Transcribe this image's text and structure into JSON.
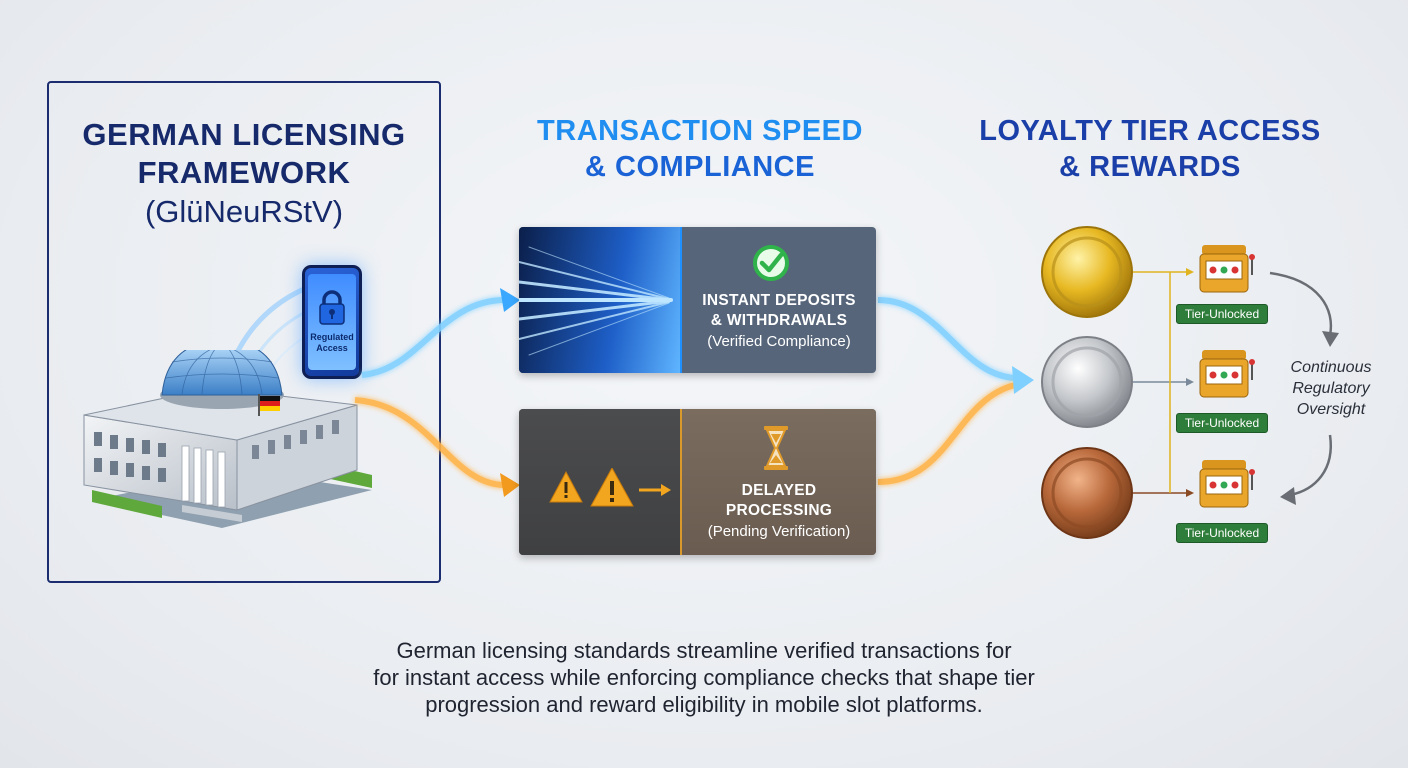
{
  "framework": {
    "title_line1": "GERMAN LICENSING",
    "title_line2": "FRAMEWORK",
    "subtitle": "(GlüNeuRStV)",
    "phone_label_line1": "Regulated",
    "phone_label_line2": "Access",
    "icons": [
      "padlock-icon",
      "parliament-building-icon",
      "german-flag-icon"
    ]
  },
  "speed": {
    "title_line1": "TRANSACTION SPEED",
    "title_line2": "& COMPLIANCE",
    "fast": {
      "line1": "INSTANT DEPOSITS",
      "line2": "& WITHDRAWALS",
      "sub": "(Verified Compliance)",
      "icon": "check-circle-icon"
    },
    "slow": {
      "line1": "DELAYED",
      "line2": "PROCESSING",
      "sub": "(Pending Verification)",
      "icon": "hourglass-icon"
    }
  },
  "loyalty": {
    "title_line1": "LOYALTY TIER ACCESS",
    "title_line2": "& REWARDS",
    "tiers": [
      {
        "coin": "gold",
        "badge": "Tier-Unlocked"
      },
      {
        "coin": "silver",
        "badge": "Tier-Unlocked"
      },
      {
        "coin": "bronze",
        "badge": "Tier-Unlocked"
      }
    ],
    "oversight_line1": "Continuous",
    "oversight_line2": "Regulatory",
    "oversight_line3": "Oversight"
  },
  "caption": {
    "line1": "German licensing standards streamline verified transactions for",
    "line2": "for instant access while enforcing compliance checks that shape tier",
    "line3": "progression and reward eligibility in mobile slot platforms."
  },
  "colors": {
    "navy": "#16296a",
    "bright_blue": "#1f8ef0",
    "gold": "#e0b420",
    "silver": "#c7c9cc",
    "bronze": "#b86a3a",
    "badge_green": "#2f7d3a",
    "warning_orange": "#f2a51e"
  }
}
